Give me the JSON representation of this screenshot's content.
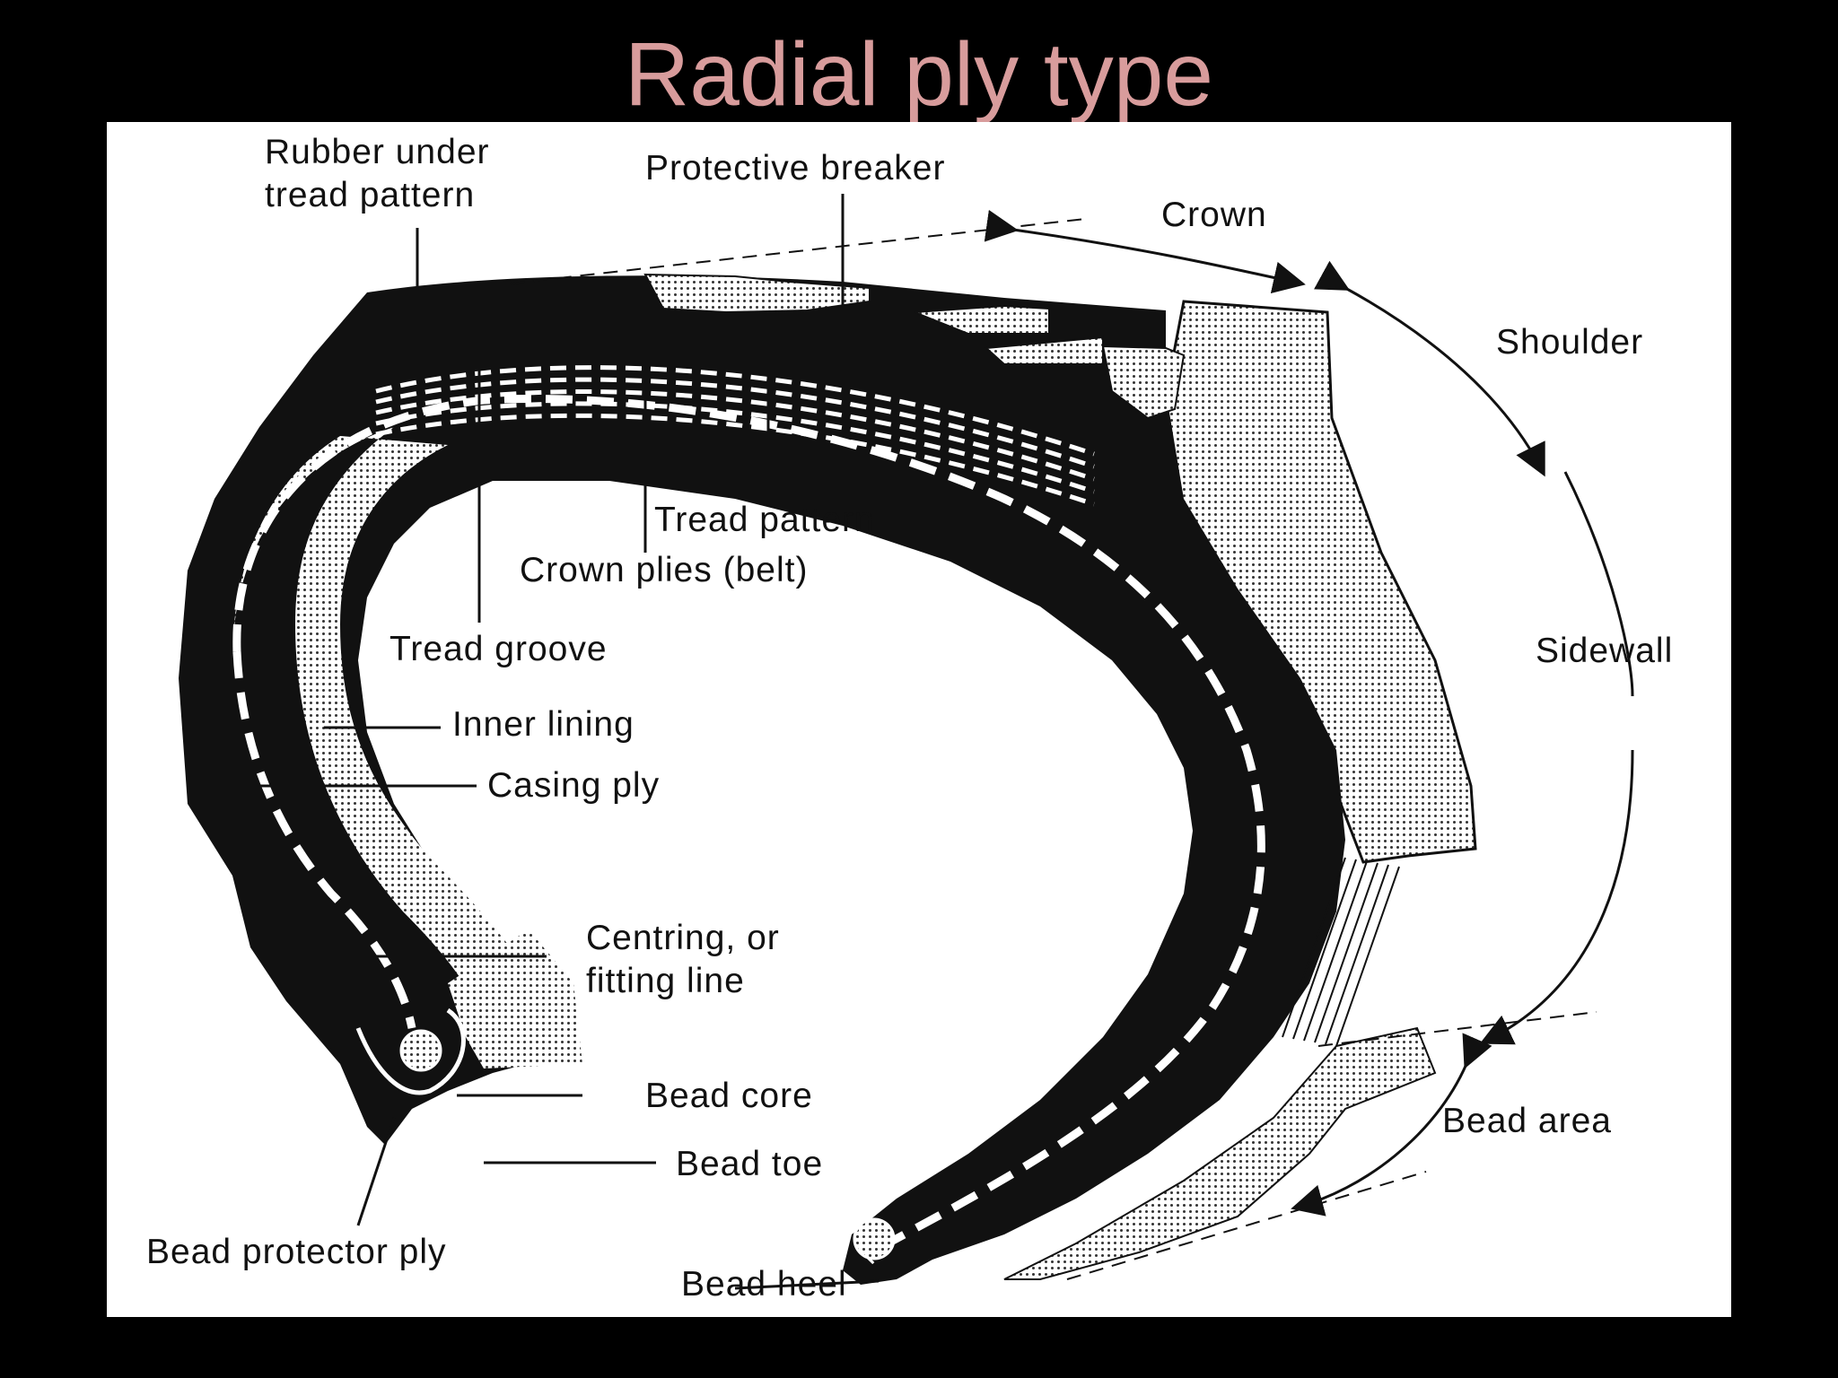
{
  "slide": {
    "title": "Radial ply type"
  },
  "labels": {
    "rubber_under_tread": "Rubber under\ntread pattern",
    "protective_breaker": "Protective breaker",
    "crown": "Crown",
    "shoulder": "Shoulder",
    "sidewall": "Sidewall",
    "tread_pattern": "Tread pattern",
    "crown_plies": "Crown plies (belt)",
    "tread_groove": "Tread groove",
    "inner_lining": "Inner lining",
    "casing_ply": "Casing ply",
    "centring_line": "Centring, or\nfitting line",
    "bead_core": "Bead core",
    "bead_toe": "Bead toe",
    "bead_area": "Bead area",
    "bead_protector_ply": "Bead protector ply",
    "bead_heel": "Bead heel"
  }
}
